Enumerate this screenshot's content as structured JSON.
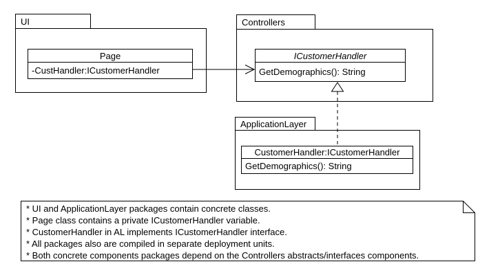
{
  "packages": {
    "ui": {
      "label": "UI",
      "page_class": {
        "title": "Page",
        "attribute": "-CustHandler:ICustomerHandler"
      }
    },
    "controllers": {
      "label": "Controllers",
      "icustomerhandler_interface": {
        "title": "ICustomerHandler",
        "method": "GetDemographics(): String"
      }
    },
    "application_layer": {
      "label": "ApplicationLayer",
      "customerhandler_class": {
        "title": "CustomerHandler:ICustomerHandler",
        "method": "GetDemographics(): String"
      }
    }
  },
  "relationships": [
    {
      "type": "association",
      "from": "UI.Page",
      "to": "Controllers.ICustomerHandler",
      "line": "solid",
      "arrowhead": "open"
    },
    {
      "type": "realization",
      "from": "ApplicationLayer.CustomerHandler",
      "to": "Controllers.ICustomerHandler",
      "line": "dashed",
      "arrowhead": "hollow-triangle"
    }
  ],
  "note": {
    "lines": [
      "* UI and ApplicationLayer packages contain concrete classes.",
      "* Page class contains a private ICustomerHandler variable.",
      "* CustomerHandler in AL implements ICustomerHandler interface.",
      "* All packages also are compiled in separate deployment units.",
      "* Both concrete components packages depend on the Controllers abstracts/interfaces components."
    ]
  },
  "colors": {
    "line": "#000000",
    "background": "#ffffff",
    "text": "#000000"
  }
}
